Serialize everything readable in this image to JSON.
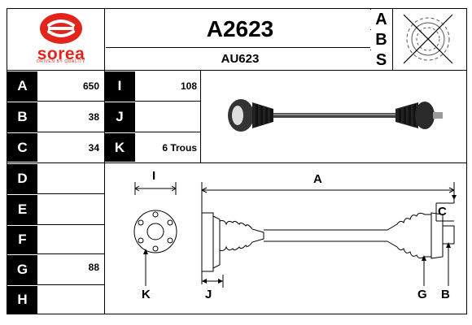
{
  "brand": {
    "name": "sorea",
    "tagline": "DRIVEN BY QUALITY",
    "accent_color": "#e1251b",
    "logo_icon": "sorea-logo-icon"
  },
  "header": {
    "part_number": "A2623",
    "reference": "AU623",
    "abs_letters": [
      "A",
      "B",
      "S"
    ],
    "abs_icon": "abs-ring-crossed-icon"
  },
  "specs_left": [
    {
      "label": "A",
      "value": "650"
    },
    {
      "label": "B",
      "value": "38"
    },
    {
      "label": "C",
      "value": "34"
    },
    {
      "label": "D",
      "value": ""
    },
    {
      "label": "E",
      "value": ""
    },
    {
      "label": "F",
      "value": ""
    },
    {
      "label": "G",
      "value": "88"
    },
    {
      "label": "H",
      "value": ""
    }
  ],
  "specs_right": [
    {
      "label": "I",
      "value": "108"
    },
    {
      "label": "J",
      "value": ""
    },
    {
      "label": "K",
      "value": "6 Trous"
    }
  ],
  "diagram": {
    "photo_icon": "drive-shaft-photo-icon",
    "flange_icon": "flange-end-view-icon",
    "shaft_icon": "drive-shaft-side-view-icon",
    "labels": {
      "I": "I",
      "A": "A",
      "C": "C",
      "K": "K",
      "J": "J",
      "G": "G",
      "B": "B"
    }
  }
}
